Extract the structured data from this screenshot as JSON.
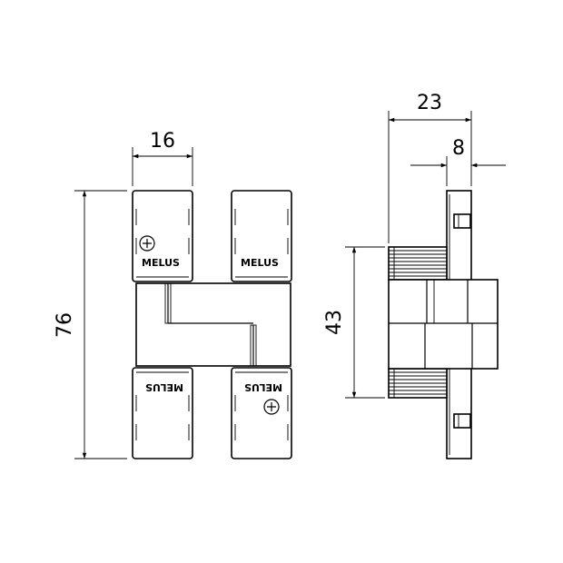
{
  "dimensions": {
    "width_top": "16",
    "height_total": "76",
    "depth_total": "23",
    "flange_thickness": "8",
    "body_height": "43"
  },
  "branding": {
    "label": "MELUS"
  },
  "colors": {
    "line": "#000000",
    "background": "#ffffff"
  }
}
